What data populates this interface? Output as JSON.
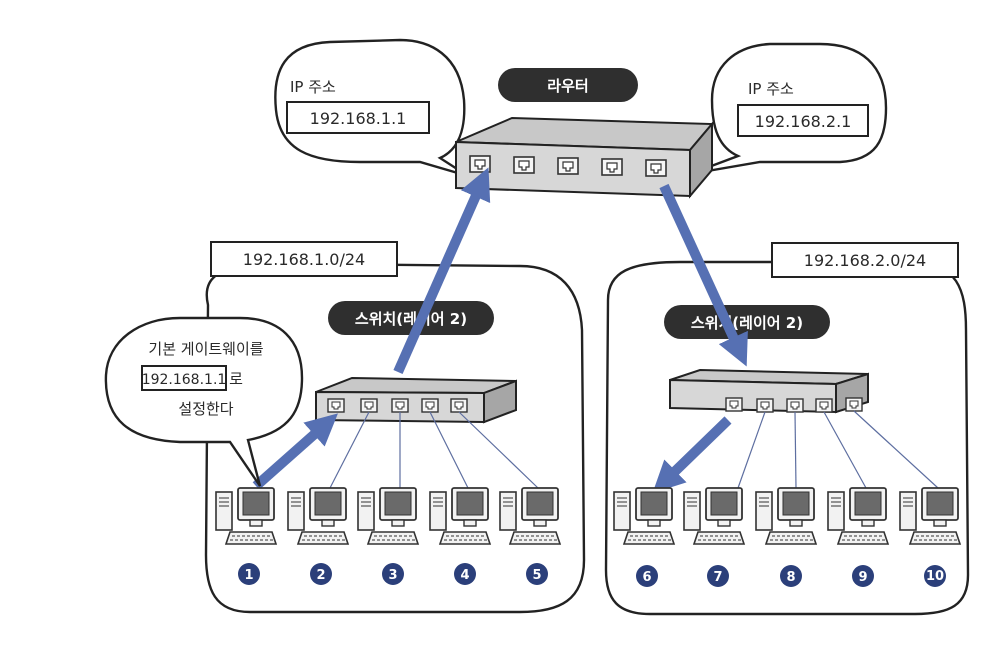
{
  "router": {
    "label": "라우터",
    "left_ip_caption": "IP 주소",
    "left_ip": "192.168.1.1",
    "right_ip_caption": "IP 주소",
    "right_ip": "192.168.2.1"
  },
  "networks": [
    {
      "subnet": "192.168.1.0/24",
      "switch_label": "스위치(레이어 2)",
      "computers": [
        "1",
        "2",
        "3",
        "4",
        "5"
      ]
    },
    {
      "subnet": "192.168.2.0/24",
      "switch_label": "스위치(레이어 2)",
      "computers": [
        "6",
        "7",
        "8",
        "9",
        "10"
      ]
    }
  ],
  "gateway_note": {
    "line1": "기본 게이트웨이를",
    "ip": "192.168.1.1",
    "suffix": "로",
    "line3": "설정한다"
  },
  "colors": {
    "arrow": "#5670b3",
    "pill": "#2f2f2f",
    "number_badge": "#2b3f7a",
    "device_face": "#d9d9d9",
    "device_side": "#a9a9a9"
  },
  "icons": {
    "router": "router-icon",
    "switch": "switch-icon",
    "computer": "computer-icon"
  }
}
